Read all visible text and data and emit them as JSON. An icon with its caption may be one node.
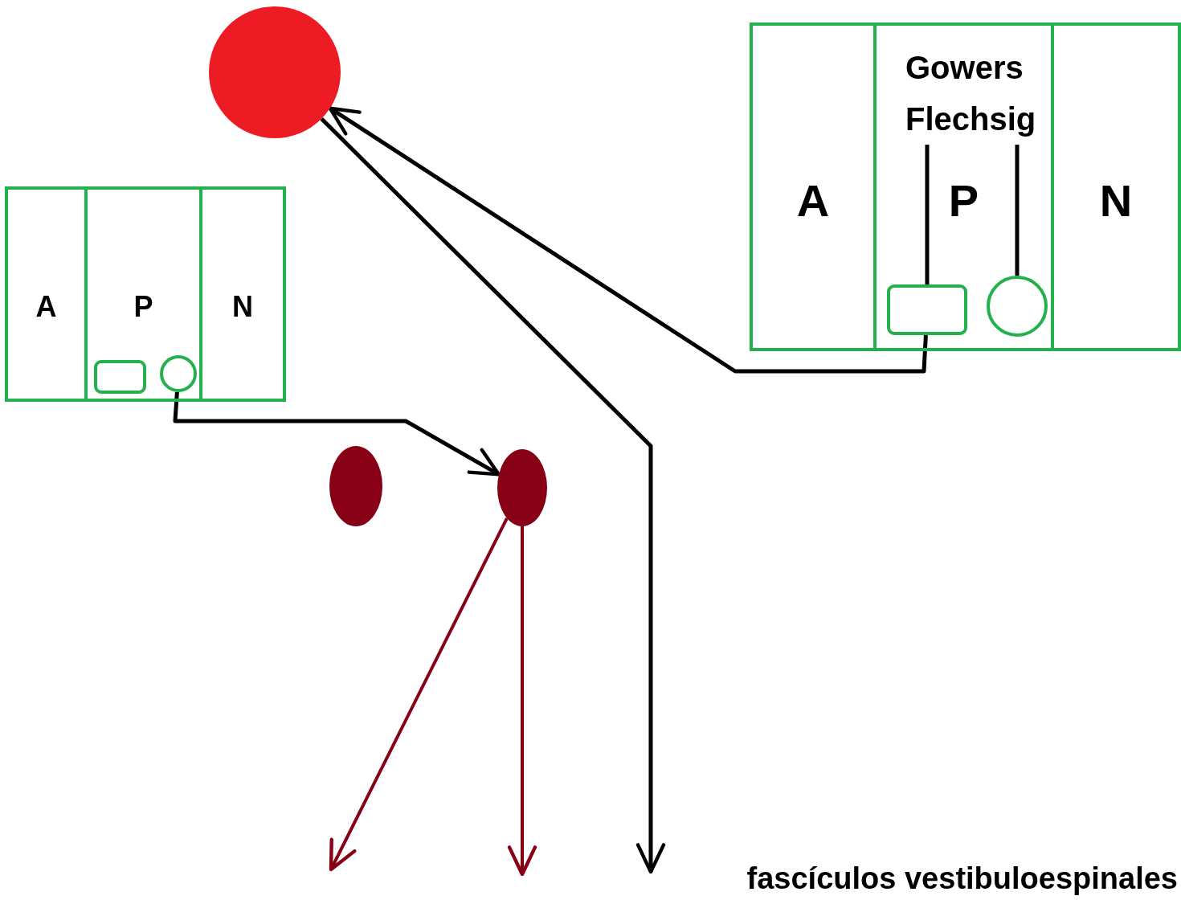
{
  "diagram": {
    "nodes": [
      {
        "text": [],
        "shape": "circle"
      },
      {
        "text": [
          "A"
        ]
      },
      {
        "text": [
          "P"
        ]
      },
      {
        "text": [],
        "shape": "box",
        "in": 2
      },
      {
        "text": [],
        "shape": "circle",
        "in": 2
      },
      {
        "text": [
          "N"
        ]
      },
      {
        "text": [
          "A"
        ]
      },
      {
        "text": [
          "P"
        ]
      },
      {
        "text": [
          "Gowers",
          "Flechsig"
        ],
        "in": 7
      },
      {
        "text": [],
        "shape": "box",
        "in": 7
      },
      {
        "text": [],
        "shape": "circle",
        "in": 7
      },
      {
        "text": [
          "N"
        ]
      },
      {
        "text": [],
        "shape": "circle"
      },
      {
        "text": [],
        "shape": "circle"
      }
    ],
    "edges": [
      {
        "from": 9,
        "to": 0,
        "arrow": "to"
      },
      {
        "from": 0,
        "to": null,
        "arrow": "to"
      },
      {
        "from": 4,
        "to": 13,
        "arrow": "to"
      },
      {
        "from": 13,
        "to": null,
        "arrow": "to",
        "color": "#880015"
      },
      {
        "from": 13,
        "to": null,
        "arrow": "to",
        "color": "#880015"
      },
      {
        "from": 8,
        "to": 9,
        "arrow": "none"
      },
      {
        "from": 8,
        "to": 10,
        "arrow": "none"
      }
    ],
    "labels": [
      "fascículos vestibuloespinales"
    ]
  }
}
